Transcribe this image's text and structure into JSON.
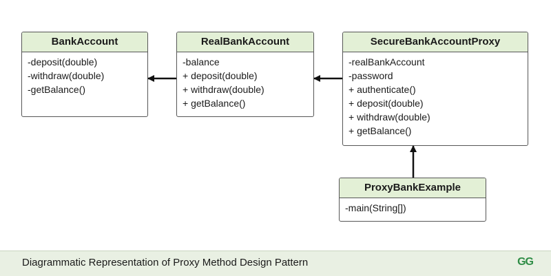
{
  "classes": {
    "bank_account": {
      "name": "BankAccount",
      "members": [
        "-deposit(double)",
        "-withdraw(double)",
        "-getBalance()"
      ]
    },
    "real_bank_account": {
      "name": "RealBankAccount",
      "members": [
        "-balance",
        "+ deposit(double)",
        "+ withdraw(double)",
        "+ getBalance()"
      ]
    },
    "secure_bank_account_proxy": {
      "name": "SecureBankAccountProxy",
      "members": [
        "-realBankAccount",
        "-password",
        "+ authenticate()",
        "+ deposit(double)",
        "+ withdraw(double)",
        "+ getBalance()"
      ]
    },
    "proxy_bank_example": {
      "name": "ProxyBankExample",
      "members": [
        "-main(String[])"
      ]
    }
  },
  "footer": {
    "title": "Diagrammatic Representation of Proxy Method Design Pattern",
    "logo_text": "GG"
  },
  "colors": {
    "header_fill": "#e3f0d6",
    "footer_fill": "#e9f0e3",
    "logo": "#2f8d46"
  }
}
